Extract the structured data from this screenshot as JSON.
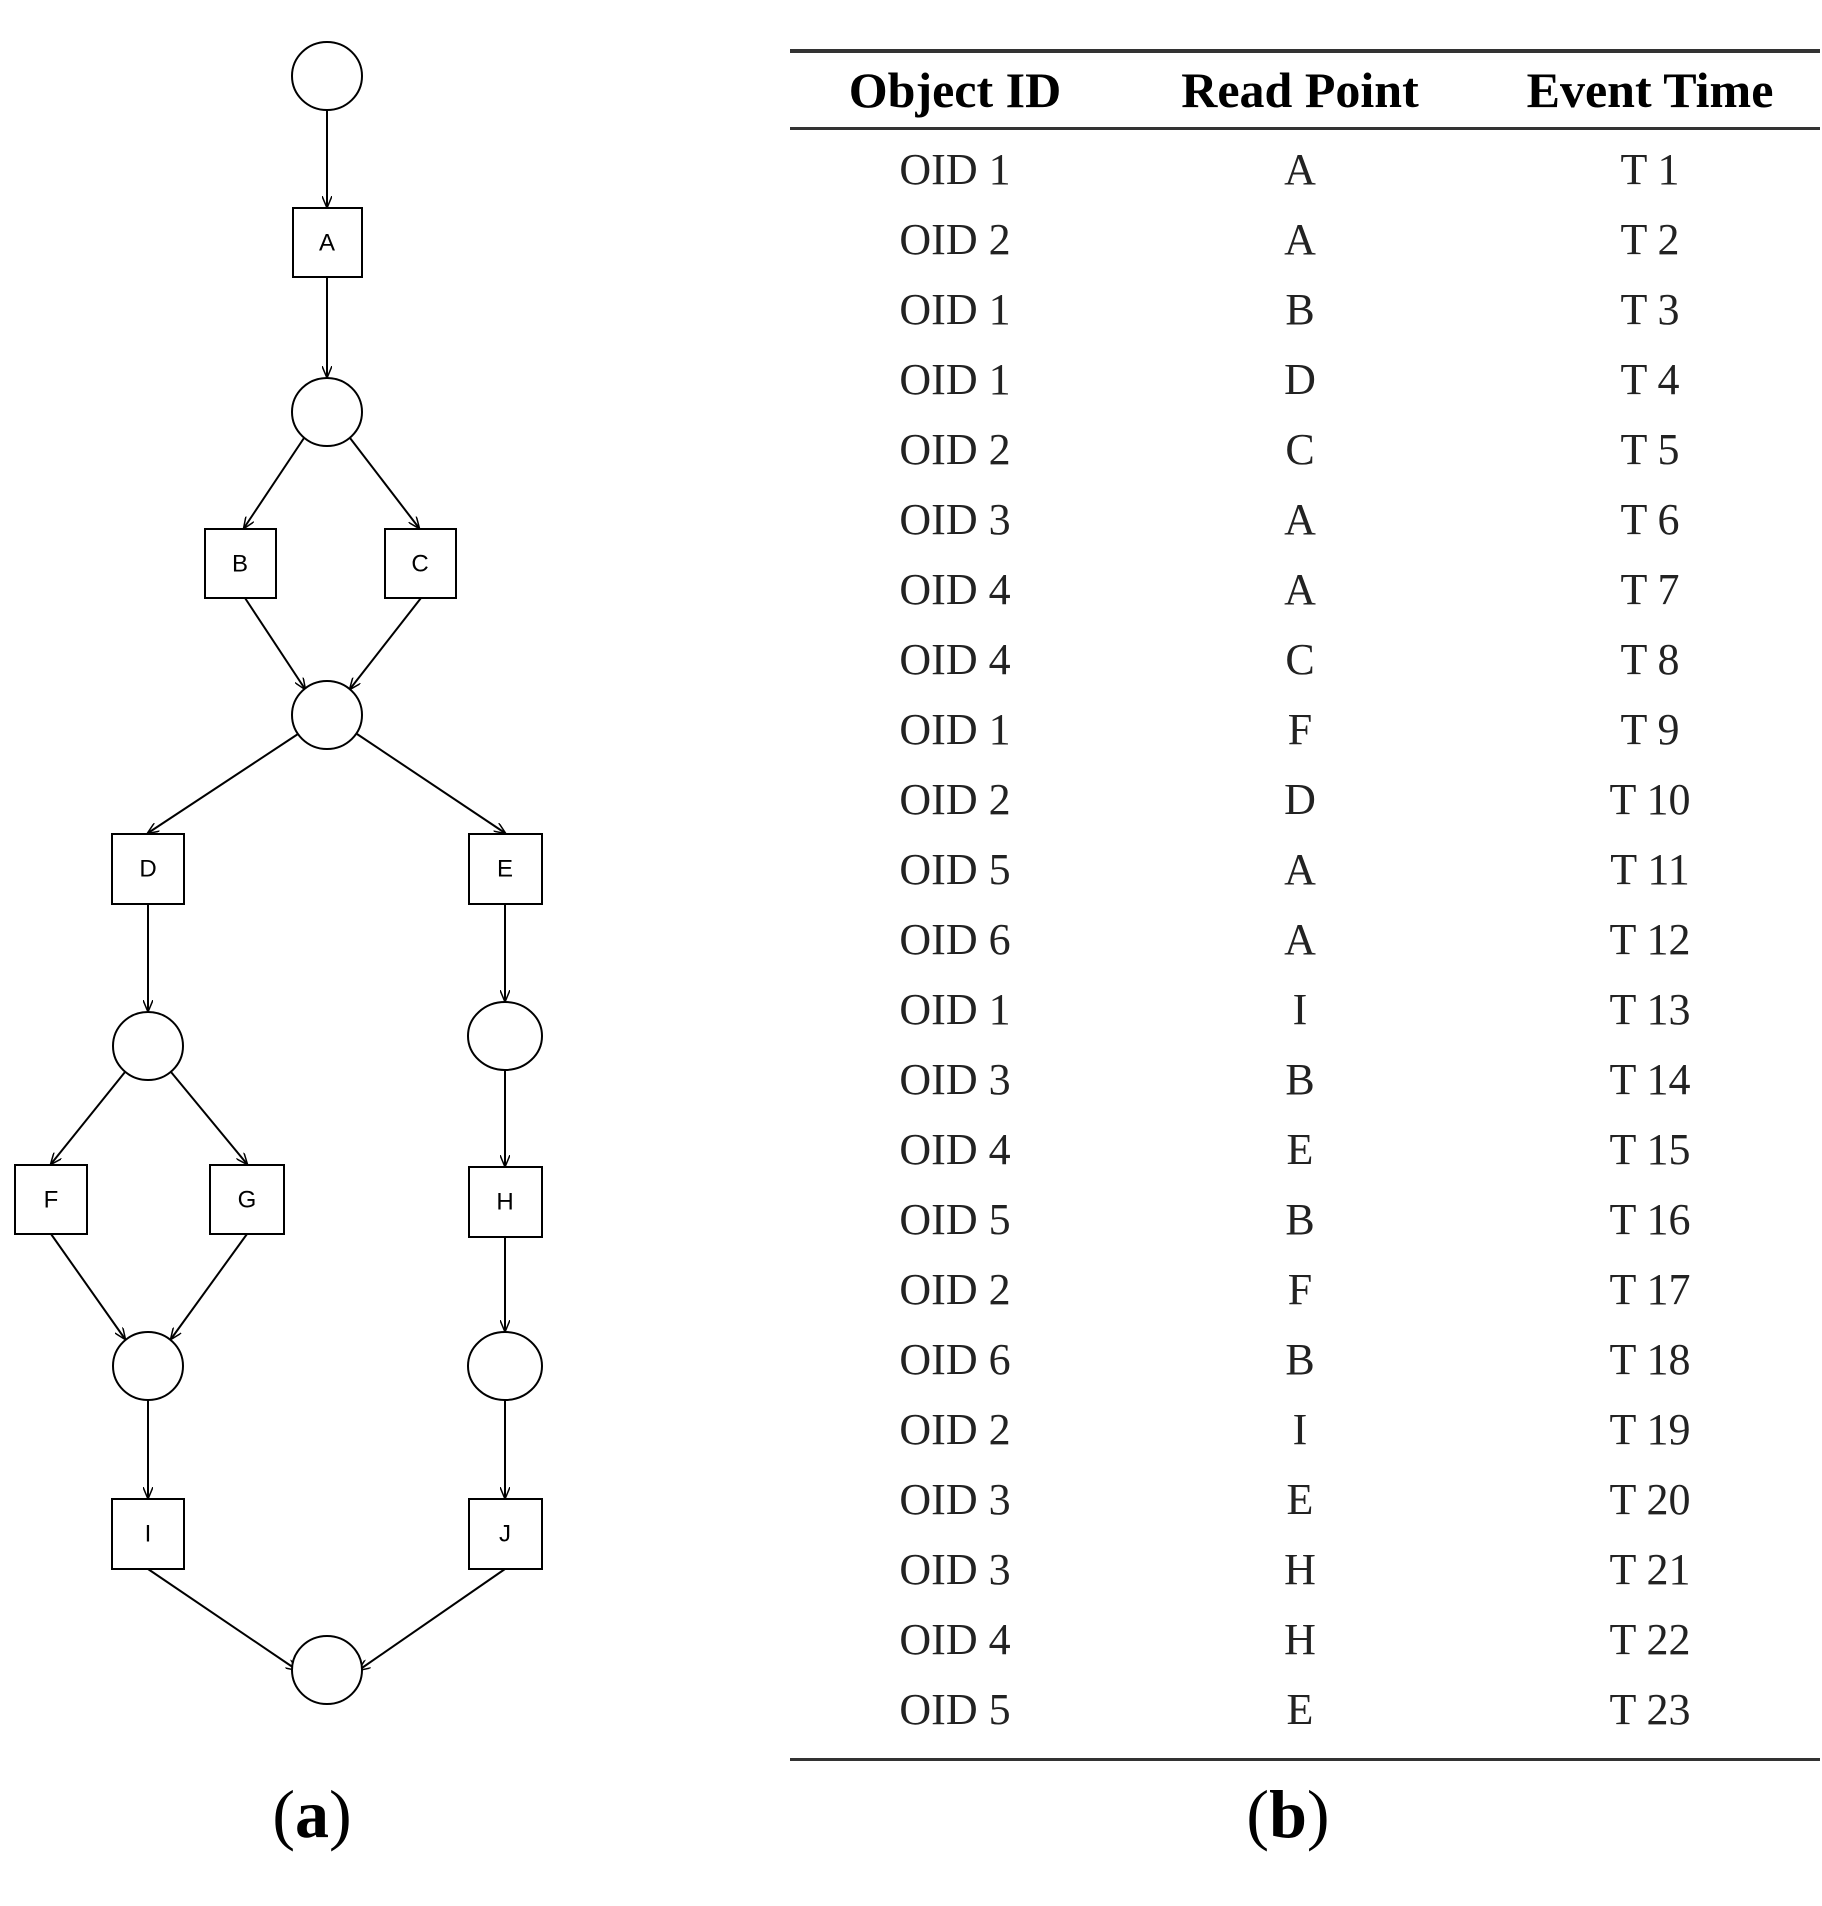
{
  "figure_a": {
    "caption_open": "(",
    "caption_letter": "a",
    "caption_close": ")",
    "transitions": {
      "A": "A",
      "B": "B",
      "C": "C",
      "D": "D",
      "E": "E",
      "F": "F",
      "G": "G",
      "H": "H",
      "I": "I",
      "J": "J"
    }
  },
  "figure_b": {
    "caption_open": "(",
    "caption_letter": "b",
    "caption_close": ")",
    "headers": {
      "object_id": "Object ID",
      "read_point": "Read Point",
      "event_time": "Event Time"
    },
    "rows": [
      {
        "object_id": "OID 1",
        "read_point": "A",
        "event_time": "T 1"
      },
      {
        "object_id": "OID 2",
        "read_point": "A",
        "event_time": "T 2"
      },
      {
        "object_id": "OID 1",
        "read_point": "B",
        "event_time": "T 3"
      },
      {
        "object_id": "OID 1",
        "read_point": "D",
        "event_time": "T 4"
      },
      {
        "object_id": "OID 2",
        "read_point": "C",
        "event_time": "T 5"
      },
      {
        "object_id": "OID 3",
        "read_point": "A",
        "event_time": "T 6"
      },
      {
        "object_id": "OID 4",
        "read_point": "A",
        "event_time": "T 7"
      },
      {
        "object_id": "OID 4",
        "read_point": "C",
        "event_time": "T 8"
      },
      {
        "object_id": "OID 1",
        "read_point": "F",
        "event_time": "T 9"
      },
      {
        "object_id": "OID 2",
        "read_point": "D",
        "event_time": "T 10"
      },
      {
        "object_id": "OID 5",
        "read_point": "A",
        "event_time": "T 11"
      },
      {
        "object_id": "OID 6",
        "read_point": "A",
        "event_time": "T 12"
      },
      {
        "object_id": "OID 1",
        "read_point": "I",
        "event_time": "T 13"
      },
      {
        "object_id": "OID 3",
        "read_point": "B",
        "event_time": "T 14"
      },
      {
        "object_id": "OID 4",
        "read_point": "E",
        "event_time": "T 15"
      },
      {
        "object_id": "OID 5",
        "read_point": "B",
        "event_time": "T 16"
      },
      {
        "object_id": "OID 2",
        "read_point": "F",
        "event_time": "T 17"
      },
      {
        "object_id": "OID 6",
        "read_point": "B",
        "event_time": "T 18"
      },
      {
        "object_id": "OID 2",
        "read_point": "I",
        "event_time": "T 19"
      },
      {
        "object_id": "OID 3",
        "read_point": "E",
        "event_time": "T 20"
      },
      {
        "object_id": "OID 3",
        "read_point": "H",
        "event_time": "T 21"
      },
      {
        "object_id": "OID 4",
        "read_point": "H",
        "event_time": "T 22"
      },
      {
        "object_id": "OID 5",
        "read_point": "E",
        "event_time": "T 23"
      }
    ]
  }
}
